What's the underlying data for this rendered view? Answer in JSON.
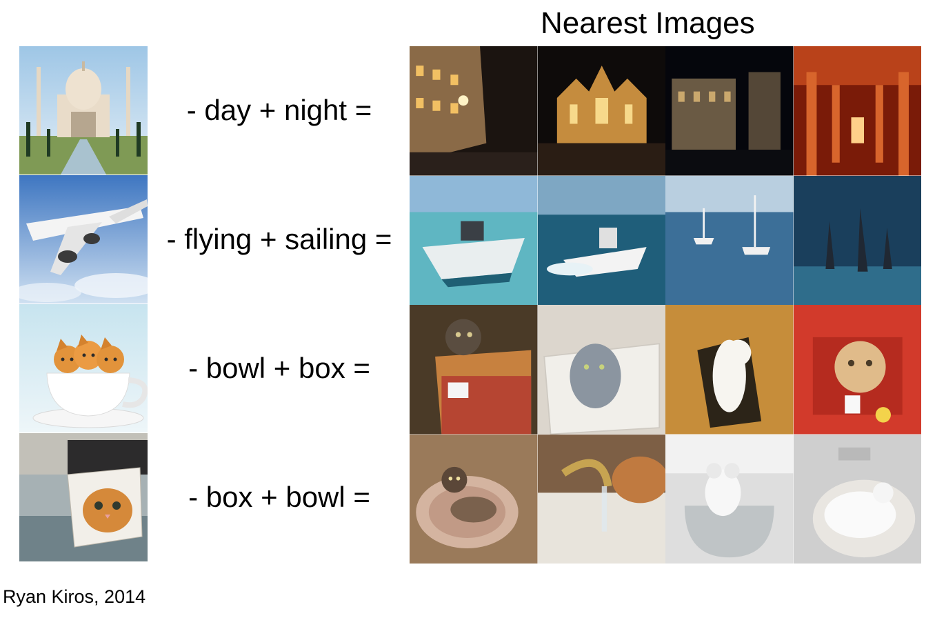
{
  "header": {
    "title": "Nearest Images"
  },
  "credit": "Ryan Kiros, 2014",
  "rows": [
    {
      "query_image": "taj-mahal-photo",
      "equation": "- day + night  =",
      "results": [
        "night-street-photo",
        "night-cathedral-photo",
        "night-building-photo",
        "red-lit-hall-photo"
      ]
    },
    {
      "query_image": "airplane-photo",
      "equation": "- flying + sailing =",
      "results": [
        "motorboat-photo",
        "speedboat-photo",
        "sailboats-photo",
        "sailboats-dusk-photo"
      ]
    },
    {
      "query_image": "kittens-in-cup-photo",
      "equation": "- bowl + box =",
      "results": [
        "cat-in-box-photo",
        "cat-in-box-photo-2",
        "cat-in-tray-photo",
        "cat-in-dollhouse-photo"
      ]
    },
    {
      "query_image": "cat-in-box-photo",
      "equation": "- box + bowl =",
      "results": [
        "cat-in-sink-photo",
        "cat-by-faucet-photo",
        "toy-in-bowl-photo",
        "bird-in-sink-photo"
      ]
    }
  ]
}
